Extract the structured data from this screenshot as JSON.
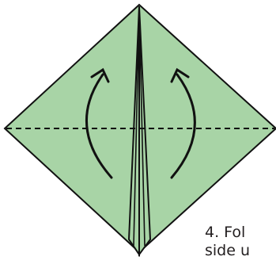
{
  "diagram": {
    "colors": {
      "paper_fill": "#a8d4a6",
      "paper_stroke": "#111111",
      "background": "#ffffff",
      "text": "#231f20"
    },
    "fold_line_style": "dashed",
    "arrows": [
      "curved-arrow-up-left",
      "curved-arrow-up-right"
    ],
    "instruction_lines": [
      "4. Fol",
      "side u"
    ]
  }
}
